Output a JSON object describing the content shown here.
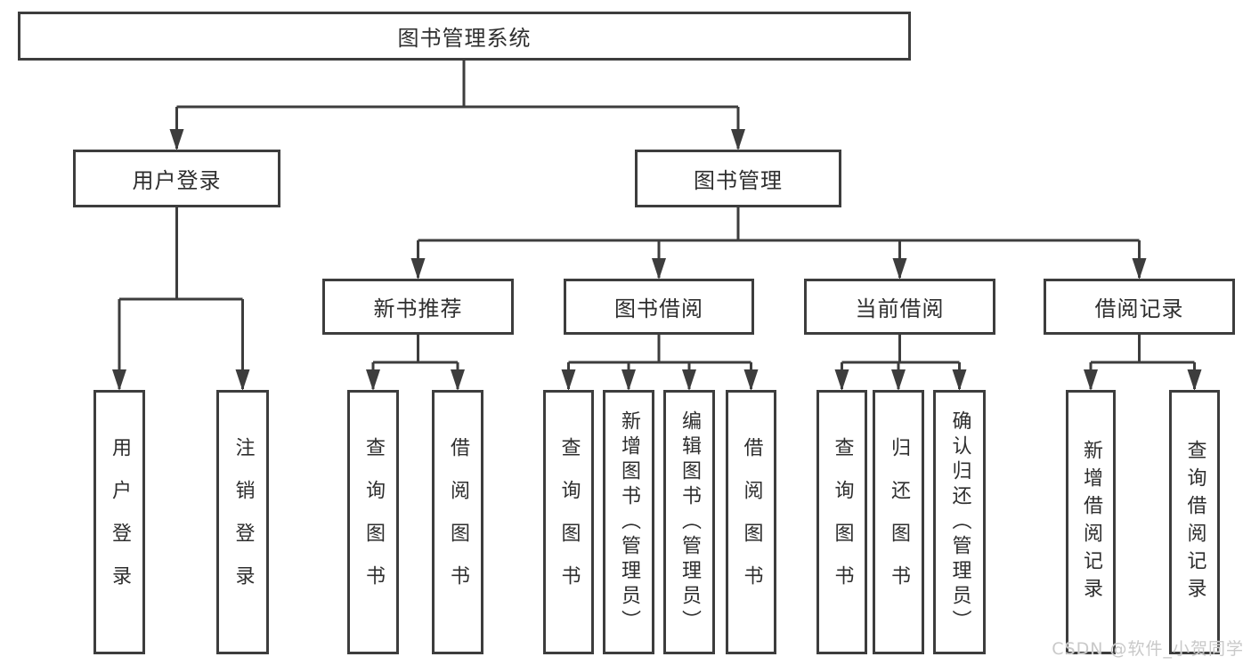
{
  "tree": {
    "root": {
      "label": "图书管理系统"
    },
    "children": [
      {
        "label": "用户登录",
        "children": [
          {
            "label": "用户登录"
          },
          {
            "label": "注销登录"
          }
        ]
      },
      {
        "label": "图书管理",
        "children": [
          {
            "label": "新书推荐",
            "children": [
              {
                "label": "查询图书"
              },
              {
                "label": "借阅图书"
              }
            ]
          },
          {
            "label": "图书借阅",
            "children": [
              {
                "label": "查询图书"
              },
              {
                "label": "新增图书（管理员）"
              },
              {
                "label": "编辑图书（管理员）"
              },
              {
                "label": "借阅图书"
              }
            ]
          },
          {
            "label": "当前借阅",
            "children": [
              {
                "label": "查询图书"
              },
              {
                "label": "归还图书"
              },
              {
                "label": "确认归还（管理员）"
              }
            ]
          },
          {
            "label": "借阅记录",
            "children": [
              {
                "label": "新增借阅记录"
              },
              {
                "label": "查询借阅记录"
              }
            ]
          }
        ]
      }
    ]
  },
  "watermark": {
    "text": "CSDN @软件_小贺同学"
  },
  "colors": {
    "line": "#3d3d3d",
    "box_border": "#3d3d3d",
    "text": "#2e2e2e",
    "watermark": "#c9c9c9",
    "background": "#ffffff"
  }
}
